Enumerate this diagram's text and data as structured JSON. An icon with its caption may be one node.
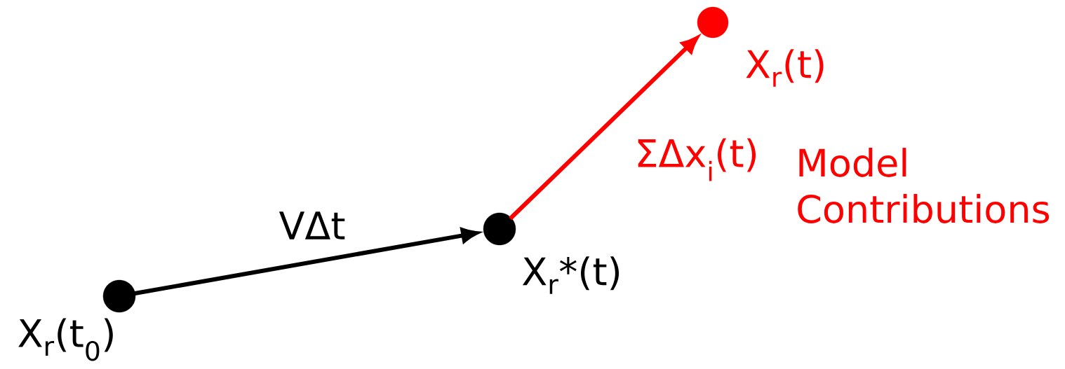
{
  "diagram": {
    "nodes": [
      {
        "text": [],
        "shape": "circle",
        "beside": [
          "X$_{r}$(t$_{0}$)"
        ]
      },
      {
        "text": [],
        "shape": "circle",
        "beside": [
          "X$_{r}$*(t)"
        ]
      },
      {
        "text": [],
        "shape": "circle",
        "beside": [
          "X$_{r}$(t)"
        ]
      }
    ],
    "edges": [
      {
        "from": 0,
        "to": 1,
        "arrow": "to",
        "label": "VΔt"
      },
      {
        "from": 1,
        "to": 2,
        "arrow": "to",
        "label": "ΣΔx$_{i}$(t)",
        "color": "#ff0000"
      }
    ],
    "labels": [
      "Model Contributions"
    ]
  }
}
